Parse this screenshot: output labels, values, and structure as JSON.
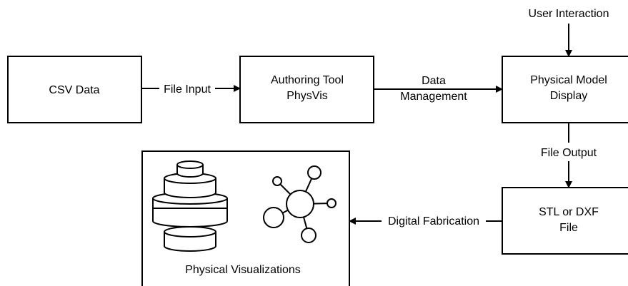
{
  "nodes": {
    "csv": {
      "label": "CSV Data"
    },
    "authoring": {
      "line1": "Authoring Tool",
      "line2": "PhysVis"
    },
    "display": {
      "line1": "Physical Model",
      "line2": "Display"
    },
    "stl": {
      "line1": "STL or DXF",
      "line2": "File"
    },
    "viz": {
      "label": "Physical Visualizations",
      "icons": [
        "stacked-cylinders-icon",
        "network-node-icon"
      ]
    }
  },
  "edges": {
    "file_input": "File Input",
    "data_management": {
      "line1": "Data",
      "line2": "Management"
    },
    "user_interaction": "User Interaction",
    "file_output": "File Output",
    "digital_fabrication": "Digital Fabrication"
  },
  "colors": {
    "stroke": "#000000",
    "background": "#ffffff"
  }
}
